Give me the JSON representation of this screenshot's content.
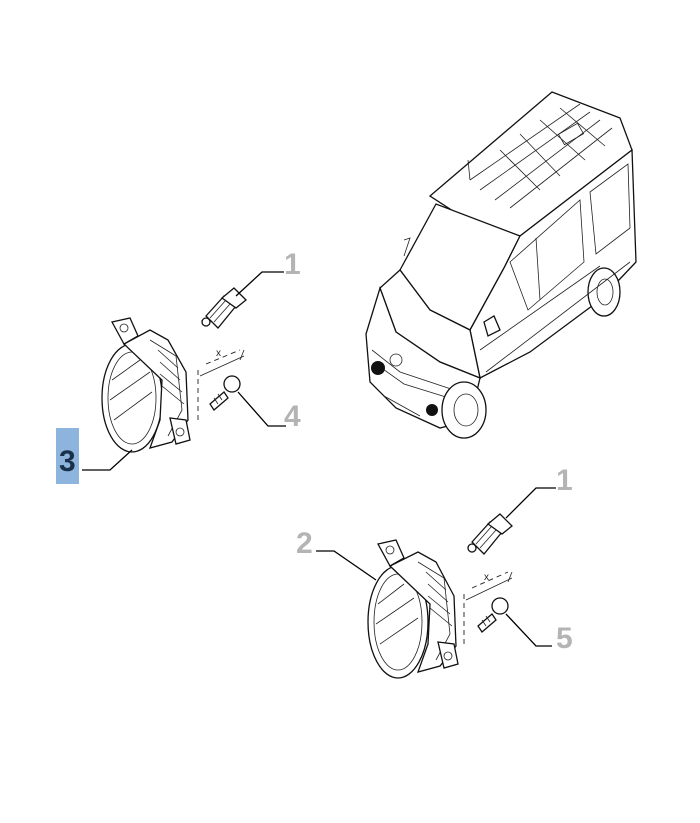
{
  "callouts": [
    {
      "id": "1a",
      "label": "1",
      "highlighted": false
    },
    {
      "id": "1b",
      "label": "1",
      "highlighted": false
    },
    {
      "id": "2",
      "label": "2",
      "highlighted": false
    },
    {
      "id": "3",
      "label": "3",
      "highlighted": true
    },
    {
      "id": "4",
      "label": "4",
      "highlighted": false
    },
    {
      "id": "5",
      "label": "5",
      "highlighted": false
    }
  ],
  "dimension_labels": {
    "upper": "x",
    "lower": "x"
  },
  "colors": {
    "highlight": "#8cb4dc",
    "callout_text": "#b4b4b4",
    "highlight_text": "#1a2f4a",
    "line": "#111111"
  }
}
